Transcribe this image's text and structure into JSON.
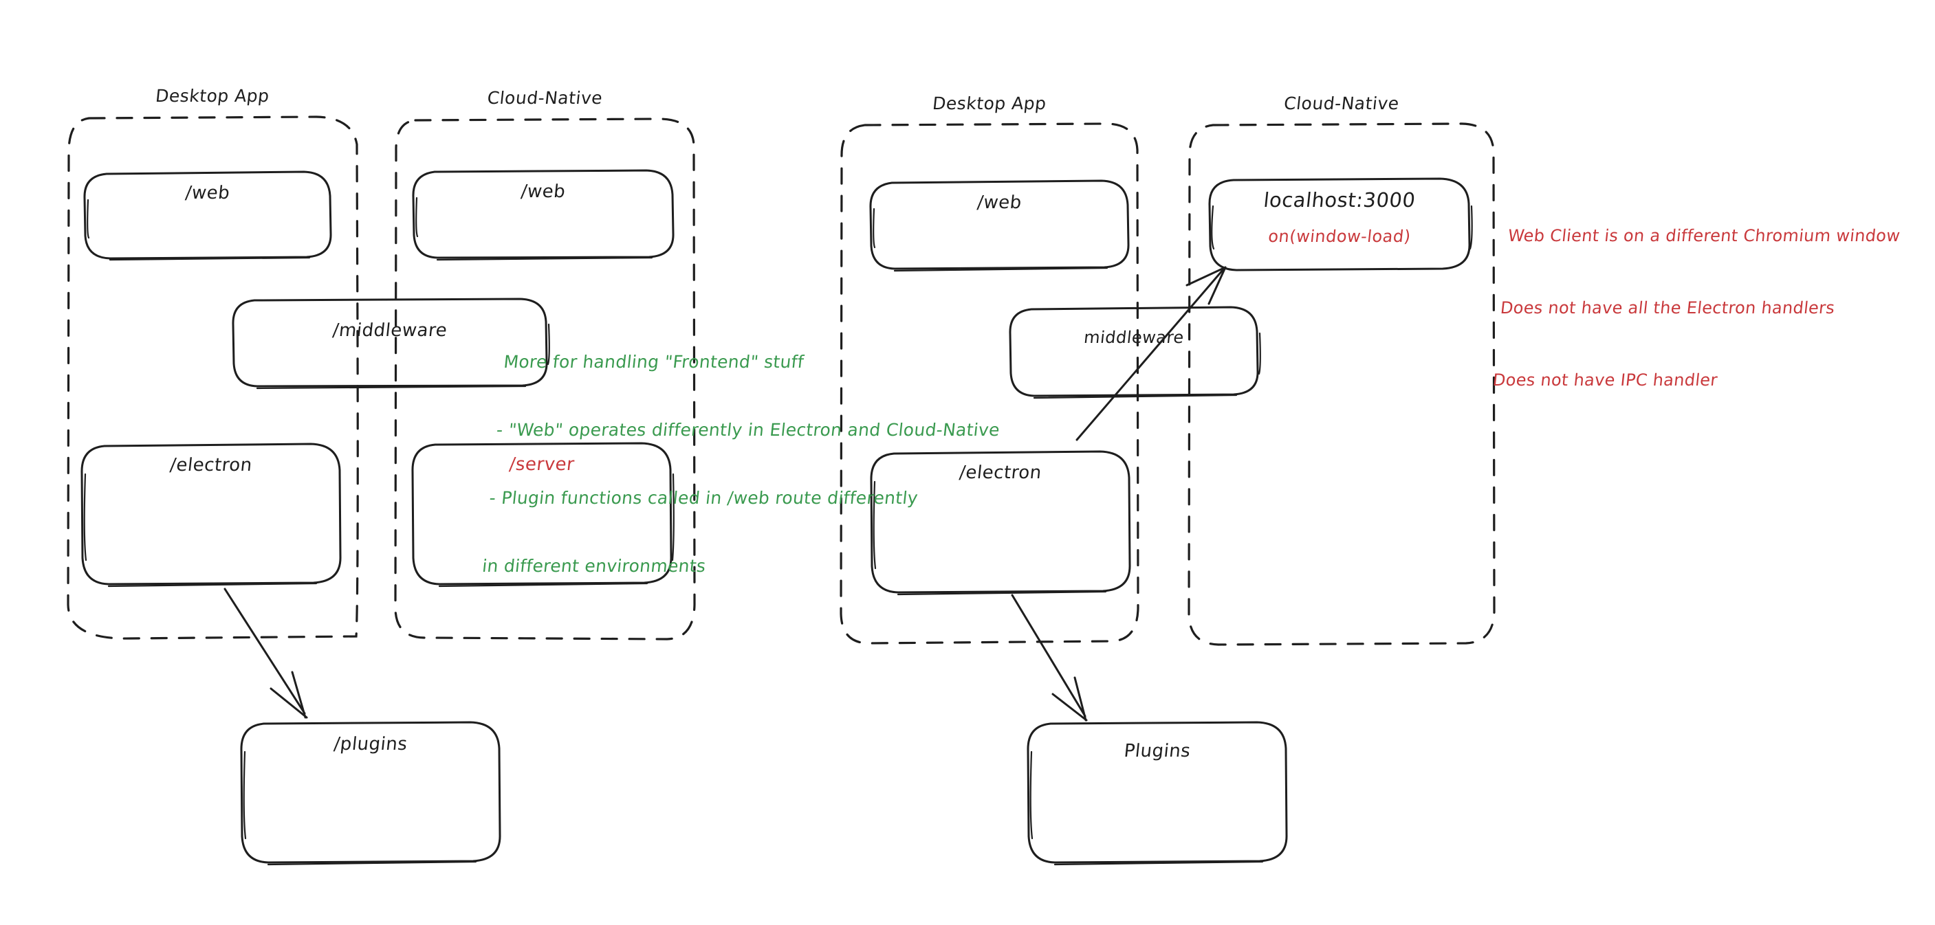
{
  "diagram": {
    "title": "Electron Desktop App vs Cloud-Native architecture comparison",
    "colors": {
      "stroke": "#1e1e1e",
      "red": "#c9393c",
      "green": "#3a9a4f",
      "background": "#ffffff"
    },
    "left_diagram": {
      "groups": [
        {
          "id": "left-desktop-app",
          "label": "Desktop App"
        },
        {
          "id": "left-cloud-native",
          "label": "Cloud-Native"
        }
      ],
      "nodes": [
        {
          "id": "left-desktop-web",
          "label": "/web",
          "color": "black"
        },
        {
          "id": "left-cloud-web",
          "label": "/web",
          "color": "black"
        },
        {
          "id": "left-middleware",
          "label": "/middleware",
          "color": "black"
        },
        {
          "id": "left-electron",
          "label": "/electron",
          "color": "black"
        },
        {
          "id": "left-server",
          "label": "/server",
          "color": "red"
        },
        {
          "id": "left-plugins",
          "label": "/plugins",
          "color": "black"
        }
      ],
      "annotation": {
        "id": "middleware-note",
        "color": "green",
        "lines": [
          "More for handling \"Frontend\" stuff",
          "- \"Web\" operates differently in Electron and Cloud-Native",
          "- Plugin functions called in /web route differently",
          "in different environments"
        ]
      },
      "arrows": [
        {
          "id": "left-electron-to-plugins",
          "from": "/electron",
          "to": "/plugins"
        }
      ]
    },
    "right_diagram": {
      "groups": [
        {
          "id": "right-desktop-app",
          "label": "Desktop App"
        },
        {
          "id": "right-cloud-native",
          "label": "Cloud-Native"
        }
      ],
      "nodes": [
        {
          "id": "right-desktop-web",
          "label": "/web",
          "color": "black"
        },
        {
          "id": "right-localhost",
          "label": "localhost:3000",
          "sublabel": "on(window-load)",
          "color": "black",
          "sublabel_color": "red"
        },
        {
          "id": "right-middleware",
          "label": "middleware",
          "color": "black"
        },
        {
          "id": "right-electron",
          "label": "/electron",
          "color": "black"
        },
        {
          "id": "right-plugins",
          "label": "Plugins",
          "color": "black"
        }
      ],
      "annotation": {
        "id": "web-client-note",
        "color": "red",
        "lines": [
          "Web Client is on a different Chromium window",
          "Does not have all the Electron handlers",
          "Does not have IPC handler"
        ]
      },
      "arrows": [
        {
          "id": "right-electron-to-localhost",
          "from": "/electron",
          "to": "localhost:3000"
        },
        {
          "id": "right-electron-to-plugins",
          "from": "/electron",
          "to": "Plugins"
        }
      ]
    }
  }
}
